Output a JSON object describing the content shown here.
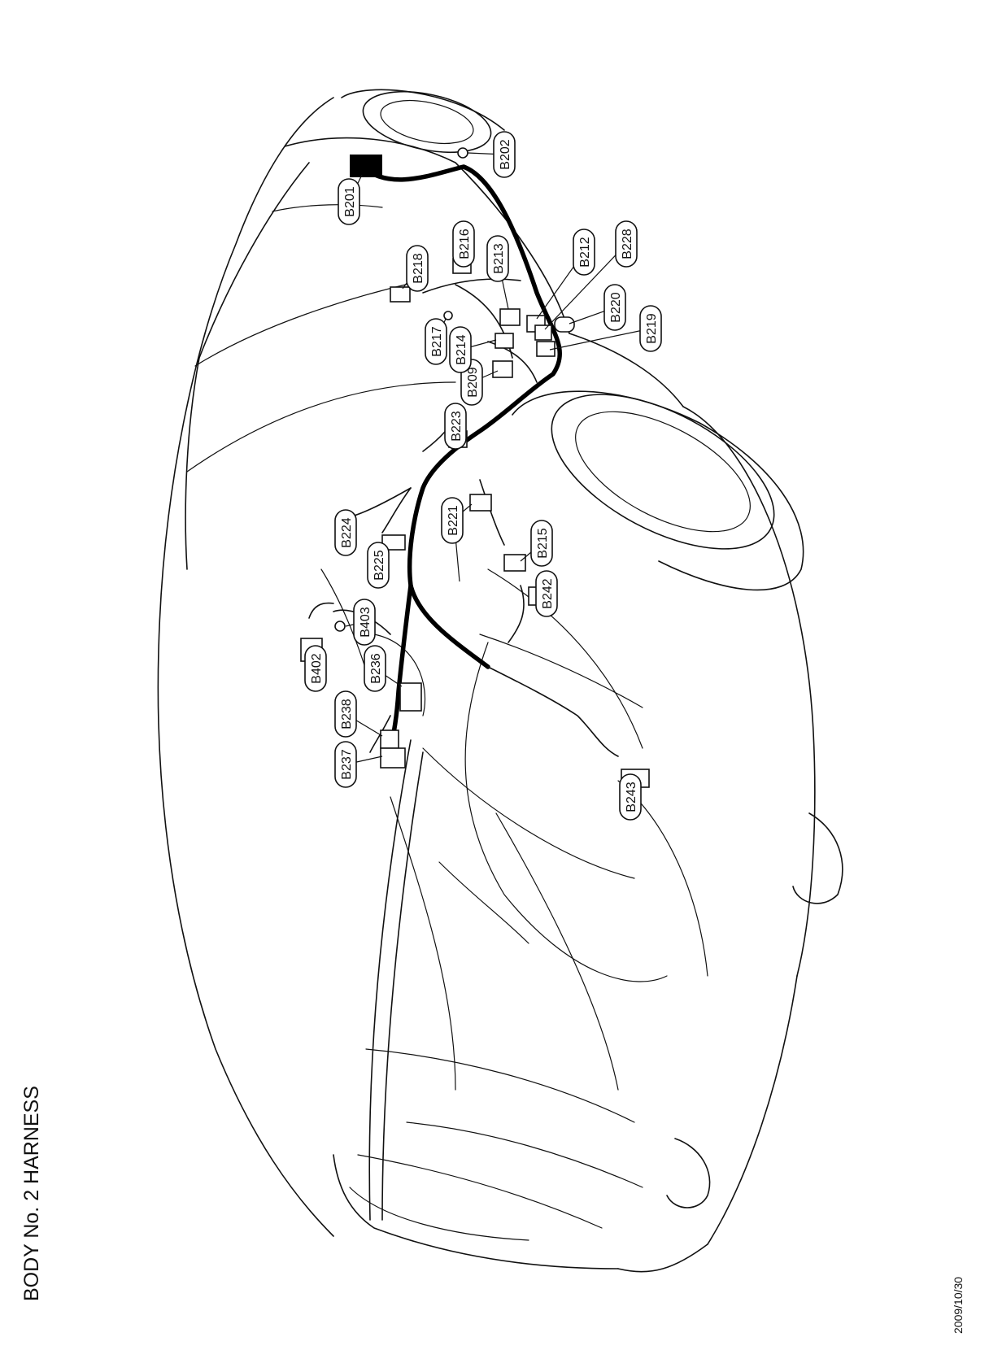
{
  "title": "BODY No. 2 HARNESS",
  "date": "2009/10/30",
  "connectors": [
    {
      "id": "B201"
    },
    {
      "id": "B202"
    },
    {
      "id": "B209"
    },
    {
      "id": "B212"
    },
    {
      "id": "B213"
    },
    {
      "id": "B214"
    },
    {
      "id": "B215"
    },
    {
      "id": "B216"
    },
    {
      "id": "B217"
    },
    {
      "id": "B218"
    },
    {
      "id": "B219"
    },
    {
      "id": "B220"
    },
    {
      "id": "B221"
    },
    {
      "id": "B223"
    },
    {
      "id": "B224"
    },
    {
      "id": "B225"
    },
    {
      "id": "B228"
    },
    {
      "id": "B236"
    },
    {
      "id": "B237"
    },
    {
      "id": "B238"
    },
    {
      "id": "B242"
    },
    {
      "id": "B243"
    },
    {
      "id": "B402"
    },
    {
      "id": "B403"
    }
  ]
}
